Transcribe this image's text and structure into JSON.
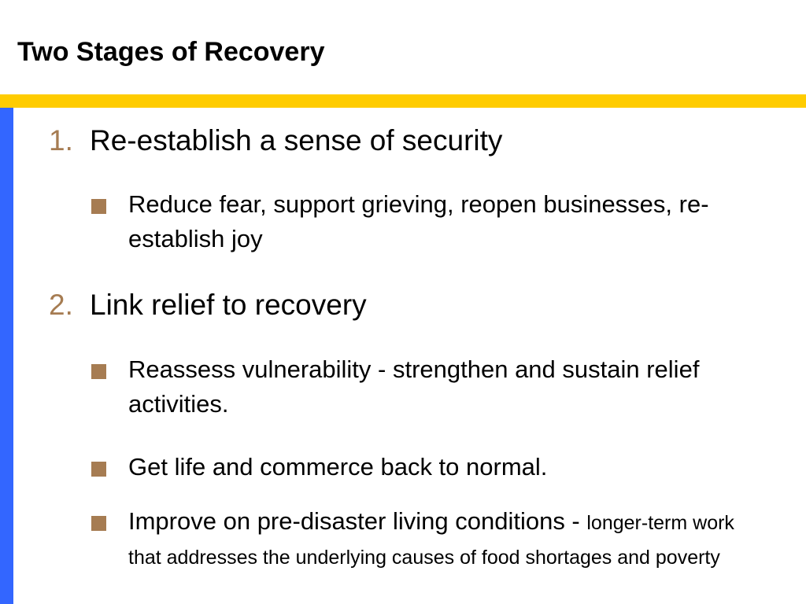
{
  "slide": {
    "title": "Two Stages of Recovery",
    "colors": {
      "accent_yellow": "#ffcc00",
      "accent_blue": "#3366ff",
      "number": "#a67c52",
      "bullet": "#a67c52"
    },
    "items": [
      {
        "number": "1.",
        "label": "Re-establish a sense of security",
        "subitems": [
          {
            "text": "Reduce fear, support grieving, reopen businesses, re-establish joy"
          }
        ]
      },
      {
        "number": "2.",
        "label": "Link relief to recovery",
        "subitems": [
          {
            "text": "Reassess vulnerability - strengthen and sustain relief activities."
          },
          {
            "text": "Get life and commerce back to normal."
          },
          {
            "text": "Improve on pre-disaster living conditions - ",
            "detail": "longer-term work that addresses the underlying causes of food shortages and poverty"
          }
        ]
      }
    ]
  }
}
